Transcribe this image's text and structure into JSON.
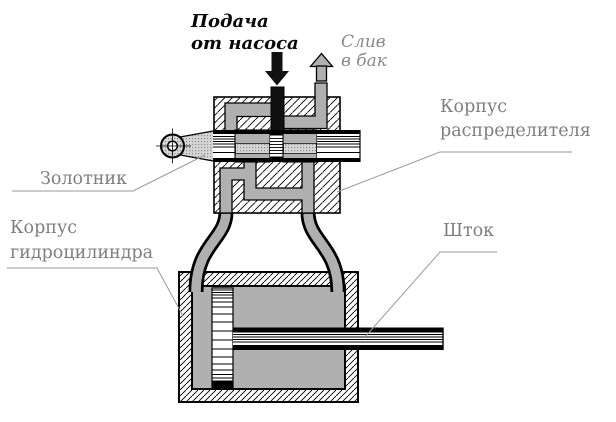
{
  "diagram": {
    "type": "hydraulic-spool-valve-and-cylinder-schematic",
    "labels": {
      "supply": {
        "line1": "Подача",
        "line2": "от насоса"
      },
      "drain": {
        "line1": "Слив",
        "line2": "в бак"
      },
      "valve_body": {
        "line1": "Корпус",
        "line2": "распределителя"
      },
      "spool": {
        "label": "Золотник"
      },
      "cylinder_body": {
        "line1": "Корпус",
        "line2": "гидроцилиндра"
      },
      "rod": {
        "label": "Шток"
      }
    },
    "icons": {
      "supply_arrow": "arrow-down-filled-black",
      "drain_arrow": "arrow-up-outlined-gray"
    },
    "colors": {
      "channel_gray": "#b0b0b0",
      "texture_gray": "#d6d6d6",
      "label_text": "#7e7e7e",
      "supply_black": "#111111",
      "background": "#ffffff"
    }
  }
}
